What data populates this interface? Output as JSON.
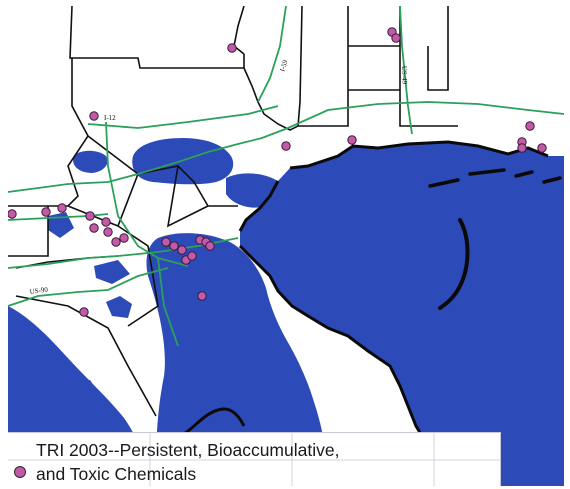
{
  "legend": {
    "line1": "TRI 2003--Persistent, Bioaccumulative,",
    "line2": "and Toxic  Chemicals",
    "symbol": "facility-dot-icon"
  },
  "road_labels": {
    "i12": "I-12",
    "i59": "I-59",
    "us49": "US-49",
    "us90": "US-90"
  },
  "colors": {
    "water": "#2d4bb8",
    "land": "#ffffff",
    "border": "#111111",
    "highway": "#2aa05a",
    "facility_fill": "#c25aa8",
    "facility_stroke": "#3a1a3a",
    "grid": "#c8c8d8"
  }
}
